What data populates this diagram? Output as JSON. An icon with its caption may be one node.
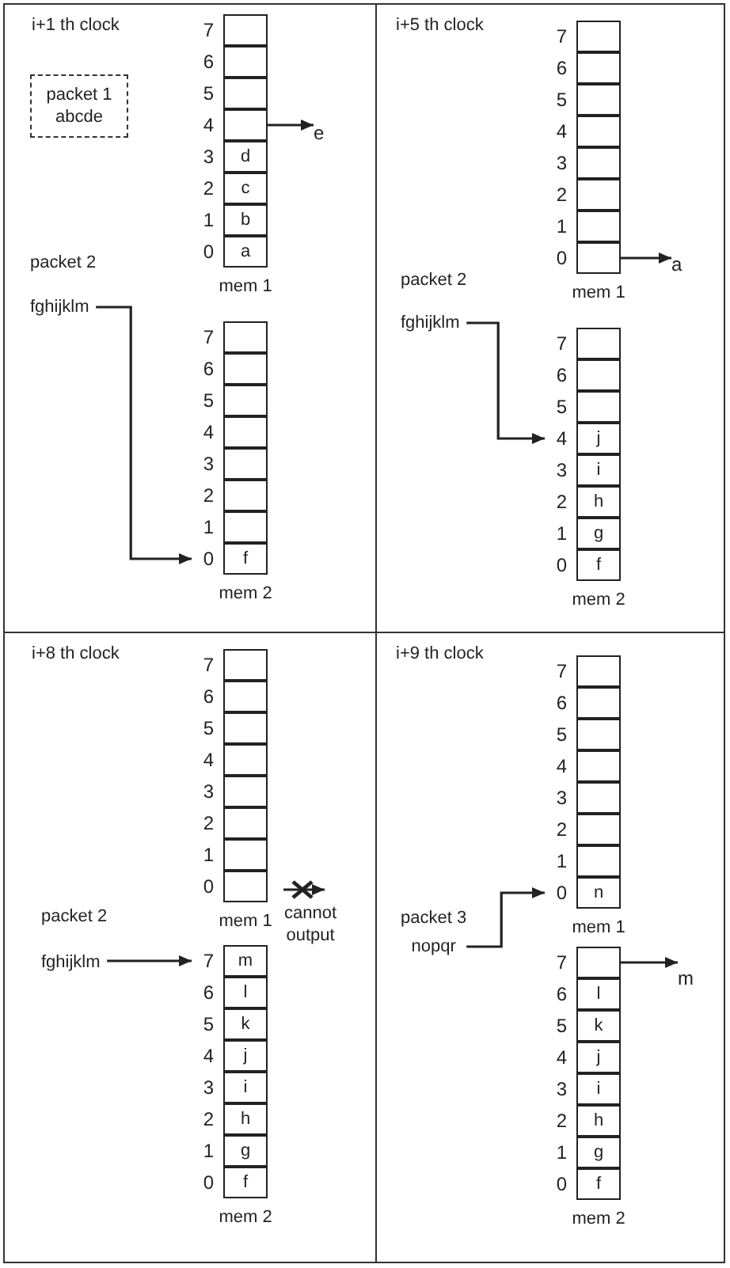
{
  "diagram": {
    "nodes": [
      {
        "text": [
          "i+1 th clock"
        ]
      },
      {
        "text": [
          "packet 1",
          "abcde"
        ],
        "in": 0
      },
      {
        "text": [
          "mem 1"
        ],
        "in": 0
      },
      {
        "text": [],
        "shape": "box",
        "in": 2,
        "beside": [
          "7"
        ]
      },
      {
        "text": [],
        "shape": "box",
        "in": 2,
        "beside": [
          "6"
        ]
      },
      {
        "text": [],
        "shape": "box",
        "in": 2,
        "beside": [
          "5"
        ]
      },
      {
        "text": [],
        "shape": "box",
        "in": 2,
        "beside": [
          "4"
        ]
      },
      {
        "text": [
          "d"
        ],
        "in": 2,
        "beside": [
          "3"
        ]
      },
      {
        "text": [
          "c"
        ],
        "in": 2,
        "beside": [
          "2"
        ]
      },
      {
        "text": [
          "b"
        ],
        "in": 2,
        "beside": [
          "1"
        ]
      },
      {
        "text": [
          "a"
        ],
        "in": 2,
        "beside": [
          "0"
        ]
      },
      {
        "text": [
          "e"
        ],
        "in": 0
      },
      {
        "text": [
          "packet 2",
          "fghijklm"
        ],
        "in": 0
      },
      {
        "text": [
          "mem 2"
        ],
        "in": 0
      },
      {
        "text": [],
        "shape": "box",
        "in": 13,
        "beside": [
          "7"
        ]
      },
      {
        "text": [],
        "shape": "box",
        "in": 13,
        "beside": [
          "6"
        ]
      },
      {
        "text": [],
        "shape": "box",
        "in": 13,
        "beside": [
          "5"
        ]
      },
      {
        "text": [],
        "shape": "box",
        "in": 13,
        "beside": [
          "4"
        ]
      },
      {
        "text": [],
        "shape": "box",
        "in": 13,
        "beside": [
          "3"
        ]
      },
      {
        "text": [],
        "shape": "box",
        "in": 13,
        "beside": [
          "2"
        ]
      },
      {
        "text": [],
        "shape": "box",
        "in": 13,
        "beside": [
          "1"
        ]
      },
      {
        "text": [
          "f"
        ],
        "in": 13,
        "beside": [
          "0"
        ]
      },
      {
        "text": [
          "i+5 th clock"
        ]
      },
      {
        "text": [
          "mem 1"
        ],
        "in": 22
      },
      {
        "text": [],
        "shape": "box",
        "in": 23,
        "beside": [
          "7"
        ]
      },
      {
        "text": [],
        "shape": "box",
        "in": 23,
        "beside": [
          "6"
        ]
      },
      {
        "text": [],
        "shape": "box",
        "in": 23,
        "beside": [
          "5"
        ]
      },
      {
        "text": [],
        "shape": "box",
        "in": 23,
        "beside": [
          "4"
        ]
      },
      {
        "text": [],
        "shape": "box",
        "in": 23,
        "beside": [
          "3"
        ]
      },
      {
        "text": [],
        "shape": "box",
        "in": 23,
        "beside": [
          "2"
        ]
      },
      {
        "text": [],
        "shape": "box",
        "in": 23,
        "beside": [
          "1"
        ]
      },
      {
        "text": [],
        "shape": "box",
        "in": 23,
        "beside": [
          "0"
        ]
      },
      {
        "text": [
          "a"
        ],
        "in": 22
      },
      {
        "text": [
          "packet 2",
          "fghijklm"
        ],
        "in": 22
      },
      {
        "text": [
          "mem 2"
        ],
        "in": 22
      },
      {
        "text": [],
        "shape": "box",
        "in": 34,
        "beside": [
          "7"
        ]
      },
      {
        "text": [],
        "shape": "box",
        "in": 34,
        "beside": [
          "6"
        ]
      },
      {
        "text": [],
        "shape": "box",
        "in": 34,
        "beside": [
          "5"
        ]
      },
      {
        "text": [
          "j"
        ],
        "in": 34,
        "beside": [
          "4"
        ]
      },
      {
        "text": [
          "i"
        ],
        "in": 34,
        "beside": [
          "3"
        ]
      },
      {
        "text": [
          "h"
        ],
        "in": 34,
        "beside": [
          "2"
        ]
      },
      {
        "text": [
          "g"
        ],
        "in": 34,
        "beside": [
          "1"
        ]
      },
      {
        "text": [
          "f"
        ],
        "in": 34,
        "beside": [
          "0"
        ]
      },
      {
        "text": [
          "i+8 th clock"
        ]
      },
      {
        "text": [
          "mem 1"
        ],
        "in": 43
      },
      {
        "text": [],
        "shape": "box",
        "in": 44,
        "beside": [
          "7"
        ]
      },
      {
        "text": [],
        "shape": "box",
        "in": 44,
        "beside": [
          "6"
        ]
      },
      {
        "text": [],
        "shape": "box",
        "in": 44,
        "beside": [
          "5"
        ]
      },
      {
        "text": [],
        "shape": "box",
        "in": 44,
        "beside": [
          "4"
        ]
      },
      {
        "text": [],
        "shape": "box",
        "in": 44,
        "beside": [
          "3"
        ]
      },
      {
        "text": [],
        "shape": "box",
        "in": 44,
        "beside": [
          "2"
        ]
      },
      {
        "text": [],
        "shape": "box",
        "in": 44,
        "beside": [
          "1"
        ]
      },
      {
        "text": [],
        "shape": "box",
        "in": 44,
        "beside": [
          "0"
        ]
      },
      {
        "text": [
          "packet 2",
          "fghijklm"
        ],
        "in": 43
      },
      {
        "text": [
          "mem 2"
        ],
        "in": 43
      },
      {
        "text": [
          "m"
        ],
        "in": 54,
        "beside": [
          "7"
        ]
      },
      {
        "text": [
          "l"
        ],
        "in": 54,
        "beside": [
          "6"
        ]
      },
      {
        "text": [
          "k"
        ],
        "in": 54,
        "beside": [
          "5"
        ]
      },
      {
        "text": [
          "j"
        ],
        "in": 54,
        "beside": [
          "4"
        ]
      },
      {
        "text": [
          "i"
        ],
        "in": 54,
        "beside": [
          "3"
        ]
      },
      {
        "text": [
          "h"
        ],
        "in": 54,
        "beside": [
          "2"
        ]
      },
      {
        "text": [
          "g"
        ],
        "in": 54,
        "beside": [
          "1"
        ]
      },
      {
        "text": [
          "f"
        ],
        "in": 54,
        "beside": [
          "0"
        ]
      },
      {
        "text": [
          "i+9 th clock"
        ]
      },
      {
        "text": [
          "mem 1"
        ],
        "in": 63
      },
      {
        "text": [],
        "shape": "box",
        "in": 64,
        "beside": [
          "7"
        ]
      },
      {
        "text": [],
        "shape": "box",
        "in": 64,
        "beside": [
          "6"
        ]
      },
      {
        "text": [],
        "shape": "box",
        "in": 64,
        "beside": [
          "5"
        ]
      },
      {
        "text": [],
        "shape": "box",
        "in": 64,
        "beside": [
          "4"
        ]
      },
      {
        "text": [],
        "shape": "box",
        "in": 64,
        "beside": [
          "3"
        ]
      },
      {
        "text": [],
        "shape": "box",
        "in": 64,
        "beside": [
          "2"
        ]
      },
      {
        "text": [],
        "shape": "box",
        "in": 64,
        "beside": [
          "1"
        ]
      },
      {
        "text": [
          "n"
        ],
        "in": 64,
        "beside": [
          "0"
        ]
      },
      {
        "text": [
          "packet 3",
          "nopqr"
        ],
        "in": 63
      },
      {
        "text": [
          "mem 2"
        ],
        "in": 63
      },
      {
        "text": [],
        "shape": "box",
        "in": 74,
        "beside": [
          "7"
        ]
      },
      {
        "text": [
          "l"
        ],
        "in": 74,
        "beside": [
          "6"
        ]
      },
      {
        "text": [
          "k"
        ],
        "in": 74,
        "beside": [
          "5"
        ]
      },
      {
        "text": [
          "j"
        ],
        "in": 74,
        "beside": [
          "4"
        ]
      },
      {
        "text": [
          "i"
        ],
        "in": 74,
        "beside": [
          "3"
        ]
      },
      {
        "text": [
          "h"
        ],
        "in": 74,
        "beside": [
          "2"
        ]
      },
      {
        "text": [
          "g"
        ],
        "in": 74,
        "beside": [
          "1"
        ]
      },
      {
        "text": [
          "f"
        ],
        "in": 74,
        "beside": [
          "0"
        ]
      },
      {
        "text": [
          "m"
        ],
        "in": 63
      }
    ],
    "edges": [
      {
        "from": 6,
        "to": 11,
        "arrow": "to"
      },
      {
        "from": 12,
        "to": 21,
        "arrow": "to"
      },
      {
        "from": 31,
        "to": 32,
        "arrow": "to"
      },
      {
        "from": 33,
        "to": 38,
        "arrow": "to"
      },
      {
        "from": 44,
        "to": null,
        "arrow": "to",
        "label": "cannot output"
      },
      {
        "from": 53,
        "to": 55,
        "arrow": "to"
      },
      {
        "from": 73,
        "to": 72,
        "arrow": "to"
      },
      {
        "from": 75,
        "to": 83,
        "arrow": "to"
      }
    ]
  }
}
